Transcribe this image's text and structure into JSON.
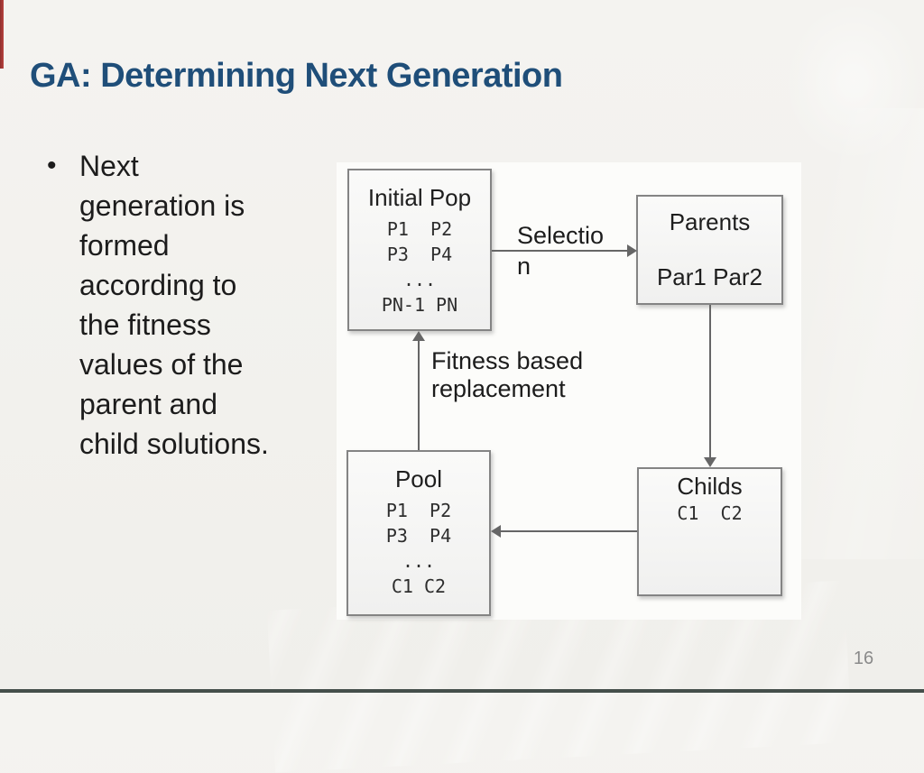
{
  "slide": {
    "title": "GA: Determining Next Generation",
    "page_number": "16",
    "bullet_marker": "•",
    "bullet_lines": [
      "Next",
      "generation is",
      "formed",
      "according to",
      "the fitness",
      "values of the",
      "parent and",
      "child solutions."
    ]
  },
  "diagram": {
    "initial_pop": {
      "title": "Initial Pop",
      "rows": [
        "P1  P2",
        "P3  P4",
        "...",
        "PN-1 PN"
      ]
    },
    "parents": {
      "title": "Parents",
      "rows": [
        "Par1 Par2"
      ]
    },
    "pool": {
      "title": "Pool",
      "rows": [
        "P1  P2",
        "P3  P4",
        "...",
        "C1 C2"
      ]
    },
    "childs": {
      "title": "Childs",
      "rows": [
        "C1  C2"
      ]
    },
    "selection_label_lines": [
      "Selectio",
      "n"
    ],
    "replacement_label_lines": [
      "Fitness based",
      "replacement"
    ]
  },
  "colors": {
    "accent_bar": "#ab3a38",
    "title_text": "#1f4e79",
    "body_text": "#1c1c1c",
    "panel_background": "#fcfcfa",
    "box_border": "#848484",
    "arrow": "#666666",
    "footer_bar": "#454f4b",
    "page_number": "#8a8a8a"
  }
}
